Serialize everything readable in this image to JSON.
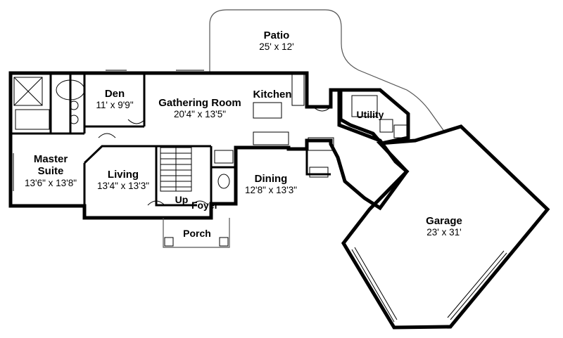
{
  "rooms": {
    "patio": {
      "name": "Patio",
      "dim": "25' x 12'"
    },
    "den": {
      "name": "Den",
      "dim": "11' x 9'9\""
    },
    "gathering": {
      "name": "Gathering Room",
      "dim": "20'4\" x 13'5\""
    },
    "kitchen": {
      "name": "Kitchen"
    },
    "utility": {
      "name": "Utility"
    },
    "master": {
      "name1": "Master",
      "name2": "Suite",
      "dim": "13'6\" x 13'8\""
    },
    "living": {
      "name": "Living",
      "dim": "13'4\" x 13'3\""
    },
    "dining": {
      "name": "Dining",
      "dim": "12'8\" x 13'3\""
    },
    "foyer": {
      "name": "Foyer"
    },
    "up": {
      "name": "Up"
    },
    "porch": {
      "name": "Porch"
    },
    "garage": {
      "name": "Garage",
      "dim": "23' x 31'"
    }
  }
}
